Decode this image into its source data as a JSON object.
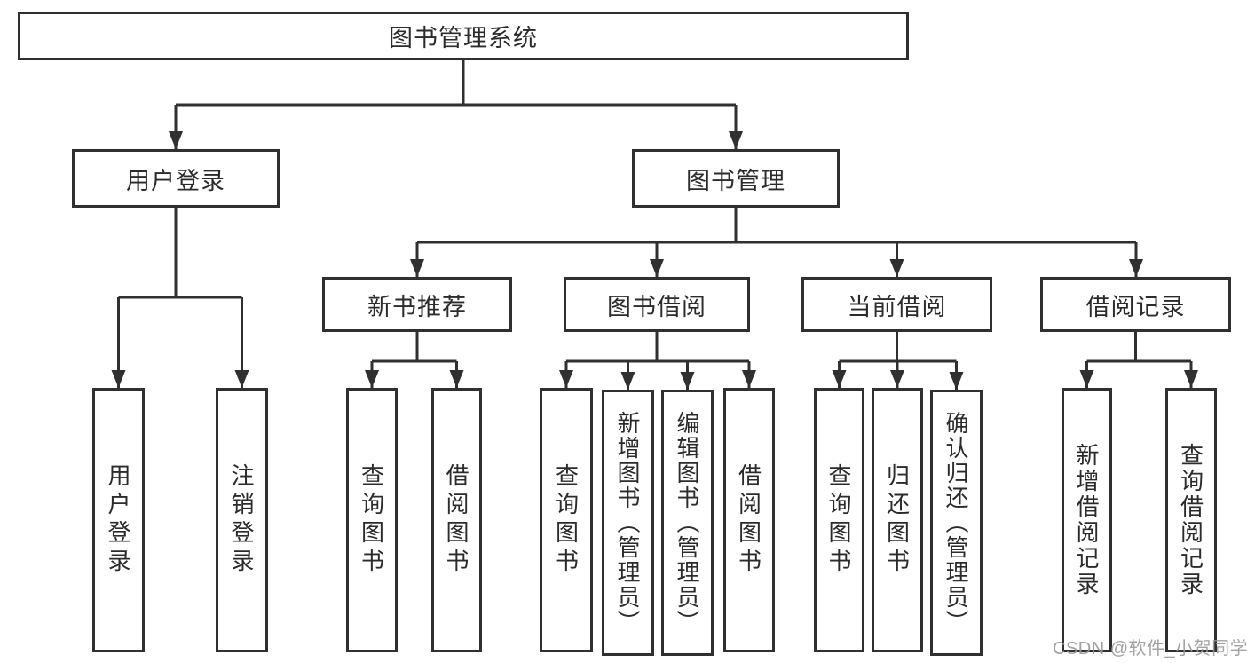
{
  "diagram": {
    "tree": {
      "root": {
        "label": "图书管理系统"
      },
      "branches": [
        {
          "label": "用户登录",
          "children": [
            {
              "label": "用户登录"
            },
            {
              "label": "注销登录"
            }
          ]
        },
        {
          "label": "图书管理",
          "children": [
            {
              "label": "新书推荐",
              "children": [
                {
                  "label": "查询图书"
                },
                {
                  "label": "借阅图书"
                }
              ]
            },
            {
              "label": "图书借阅",
              "children": [
                {
                  "label": "查询图书"
                },
                {
                  "label": "新增图书（管理员）"
                },
                {
                  "label": "编辑图书（管理员）"
                },
                {
                  "label": "借阅图书"
                }
              ]
            },
            {
              "label": "当前借阅",
              "children": [
                {
                  "label": "查询图书"
                },
                {
                  "label": "归还图书"
                },
                {
                  "label": "确认归还（管理员）"
                }
              ]
            },
            {
              "label": "借阅记录",
              "children": [
                {
                  "label": "新增借阅记录"
                },
                {
                  "label": "查询借阅记录"
                }
              ]
            }
          ]
        }
      ]
    },
    "watermark": {
      "text": "CSDN @软件_小贺同学",
      "color": "#989898"
    },
    "colors": {
      "line": "#303030",
      "box_border": "#303030",
      "text": "#2b2b2b",
      "background": "#ffffff"
    }
  }
}
